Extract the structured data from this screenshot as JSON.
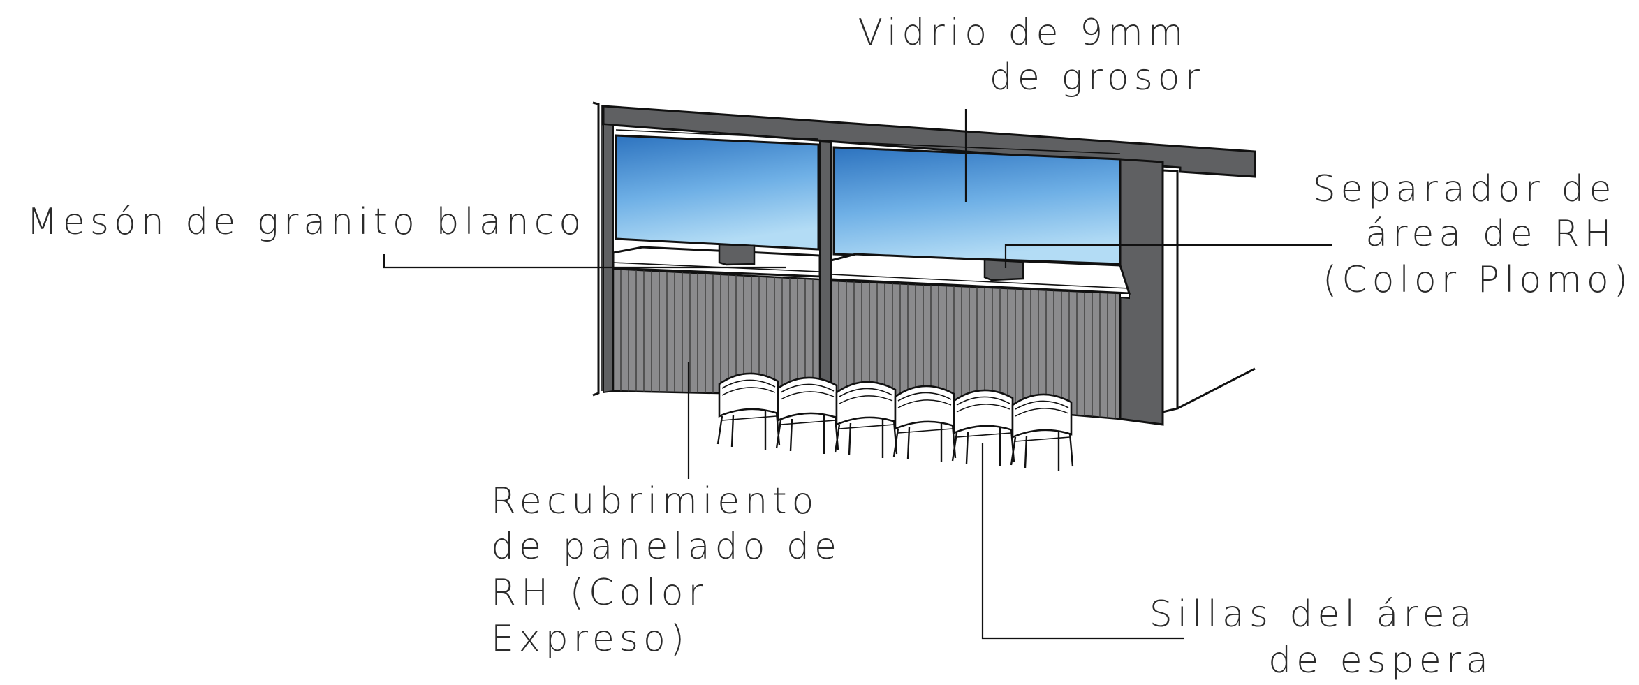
{
  "labels": {
    "vidrio": [
      "Vidrio de 9mm",
      "de grosor"
    ],
    "meson": [
      "Mesón de granito blanco"
    ],
    "separador": [
      "Separador de",
      "área de RH",
      "(Color Plomo)"
    ],
    "recubrimiento": [
      "Recubrimiento",
      "de panelado de",
      "RH (Color",
      "Expreso)"
    ],
    "sillas": [
      "Sillas del área",
      "de espera"
    ]
  },
  "colors": {
    "frame": "#5f6062",
    "panel": "#8b8b8d",
    "panel_line": "#3a3a3a",
    "glass_top": "#2d73bf",
    "glass_bottom": "#a9d6f3",
    "counter": "#ffffff",
    "ink": "#111111"
  },
  "chairs_count": 6
}
